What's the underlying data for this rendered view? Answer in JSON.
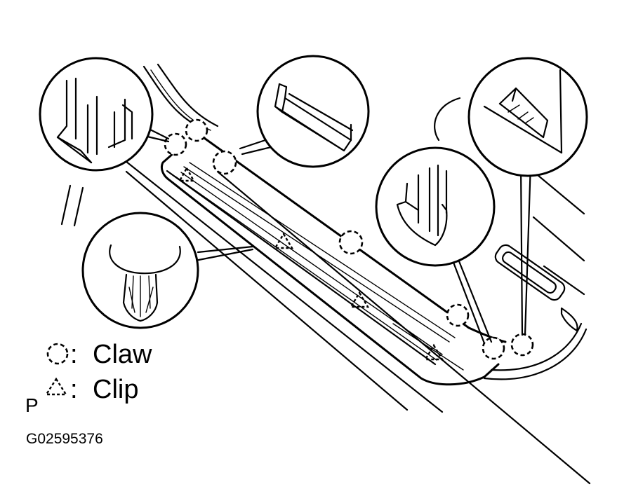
{
  "legend": {
    "claw_label": "Claw",
    "clip_label": "Clip"
  },
  "view_marker": "P",
  "figure_code": "G02595376",
  "colors": {
    "ink": "#000000",
    "paper": "#ffffff"
  },
  "icons": [
    "claw-symbol-icon",
    "clip-symbol-icon"
  ]
}
